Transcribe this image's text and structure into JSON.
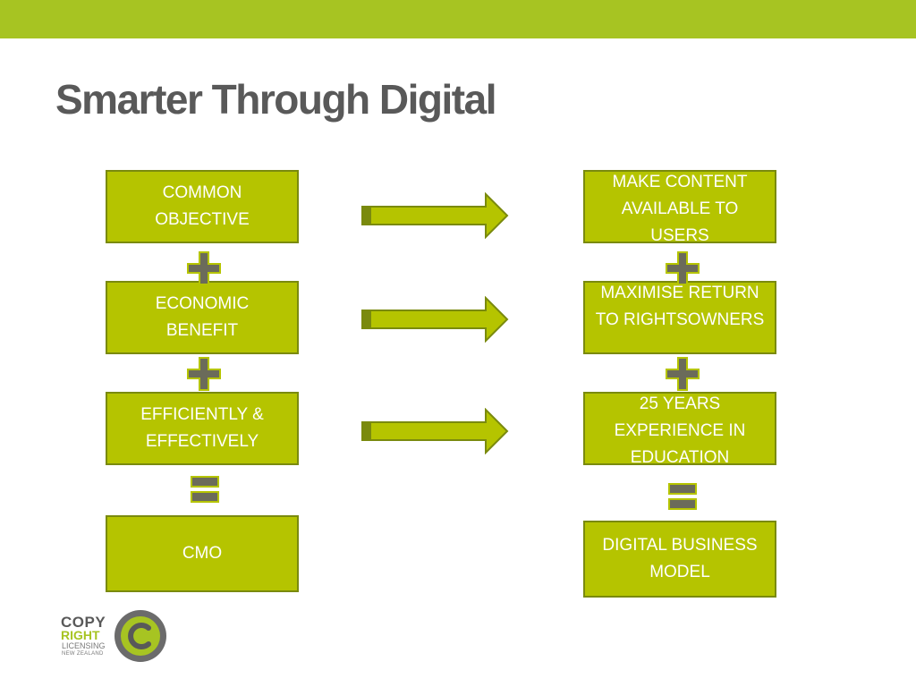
{
  "title": "Smarter Through Digital",
  "left_column": [
    {
      "label": "COMMON OBJECTIVE"
    },
    {
      "label": "ECONOMIC BENEFIT"
    },
    {
      "label": "EFFICIENTLY & EFFECTIVELY"
    },
    {
      "label": "CMO"
    }
  ],
  "right_column": [
    {
      "label": "MAKE CONTENT AVAILABLE TO USERS"
    },
    {
      "label": "MAXIMISE RETURN TO RIGHTSOWNERS"
    },
    {
      "label": "25 YEARS EXPERIENCE IN EDUCATION"
    },
    {
      "label": "DIGITAL BUSINESS MODEL"
    }
  ],
  "operators": [
    "plus",
    "plus",
    "equals"
  ],
  "logo": {
    "line1": "COPY",
    "line2": "RIGHT",
    "line3": "LICENSING",
    "line4": "NEW ZEALAND"
  },
  "colors": {
    "top_bar": "#a7c422",
    "box_fill": "#b5c400",
    "box_border": "#7a8a0e",
    "arrow_fill": "#b5c400",
    "operator_fill": "#6b6b5a",
    "title_text": "#595959"
  }
}
